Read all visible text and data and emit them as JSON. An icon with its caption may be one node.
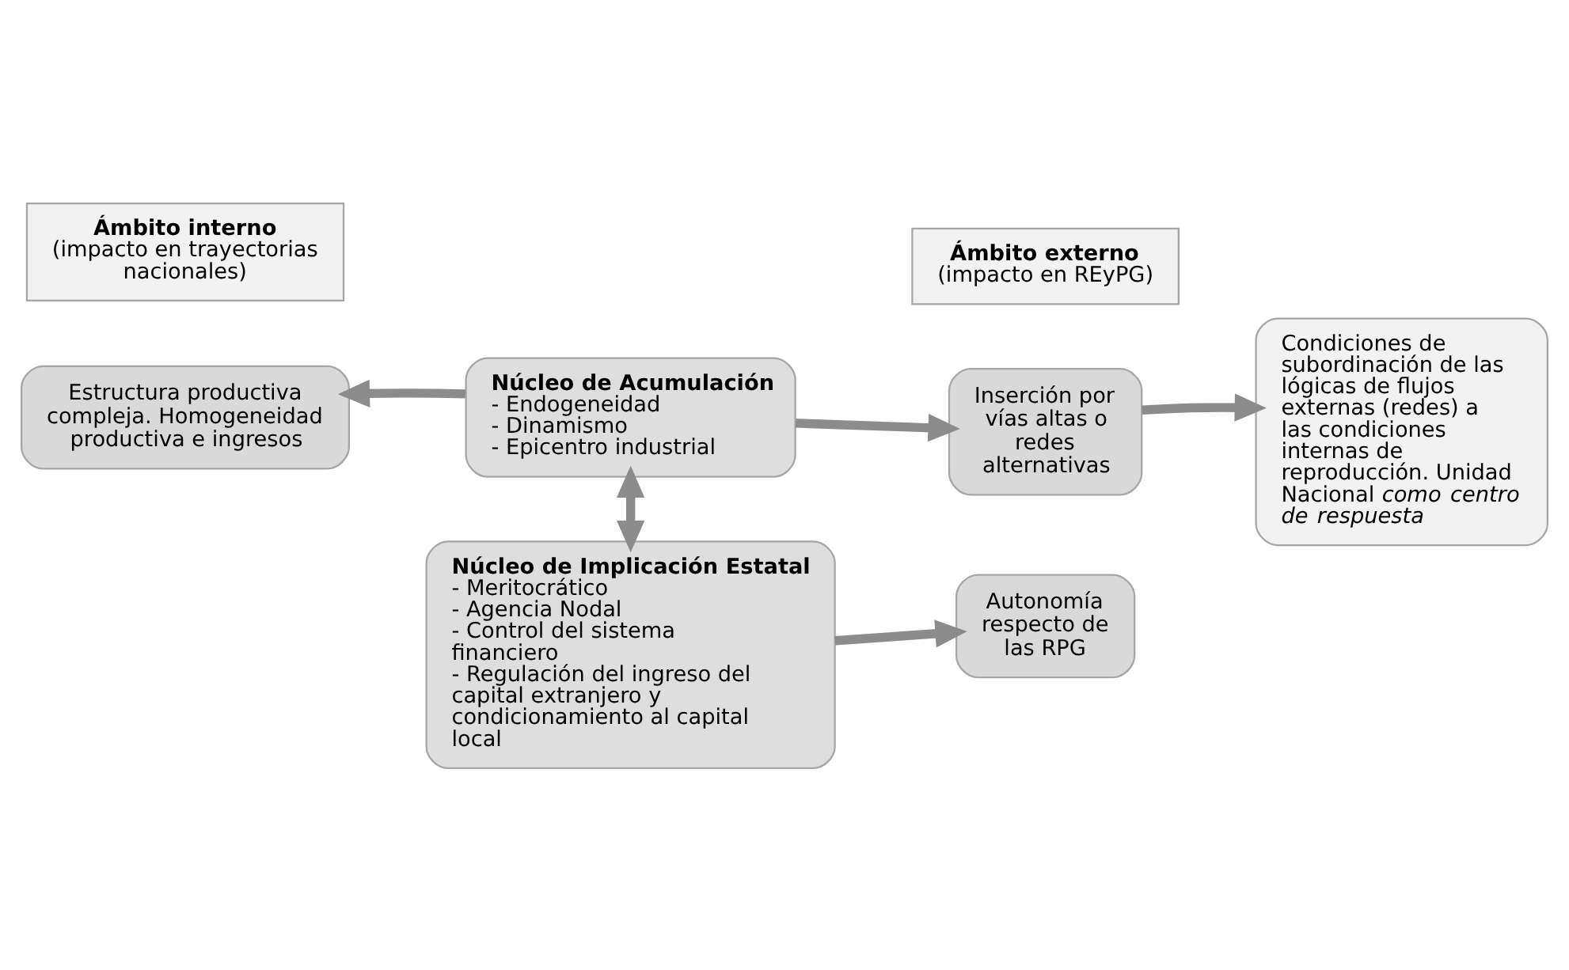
{
  "diagram": {
    "nodes": [
      {
        "text": [
          "Ámbito interno",
          "(impacto en trayectorias nacionales)"
        ]
      },
      {
        "text": [
          "Ámbito externo",
          "(impacto en REyPG)"
        ]
      },
      {
        "text": [
          "Estructura productiva compleja. Homogeneidad productiva e ingresos"
        ]
      },
      {
        "text": [
          "Núcleo de Acumulación",
          "- Endogeneidad",
          "- Dinamismo",
          "- Epicentro industrial"
        ]
      },
      {
        "text": [
          "Inserción por vías altas o redes alternativas"
        ]
      },
      {
        "text": [
          "Condiciones de subordinación de las lógicas de flujos externas (redes) a las condiciones internas de reproducción. Unidad Nacional *como centro de respuesta*"
        ]
      },
      {
        "text": [
          "Núcleo de Implicación Estatal",
          "- Meritocrático",
          "- Agencia Nodal",
          "- Control del sistema financiero",
          "- Regulación del ingreso del capital extranjero y condicionamiento al capital local"
        ]
      },
      {
        "text": [
          "Autonomía respecto de las RPG"
        ]
      }
    ],
    "edges": [
      {
        "from": 3,
        "to": 2,
        "arrow": "to"
      },
      {
        "from": 3,
        "to": 4,
        "arrow": "to"
      },
      {
        "from": 4,
        "to": 5,
        "arrow": "to"
      },
      {
        "from": 3,
        "to": 6,
        "arrow": "both"
      },
      {
        "from": 6,
        "to": 7,
        "arrow": "to"
      }
    ]
  }
}
